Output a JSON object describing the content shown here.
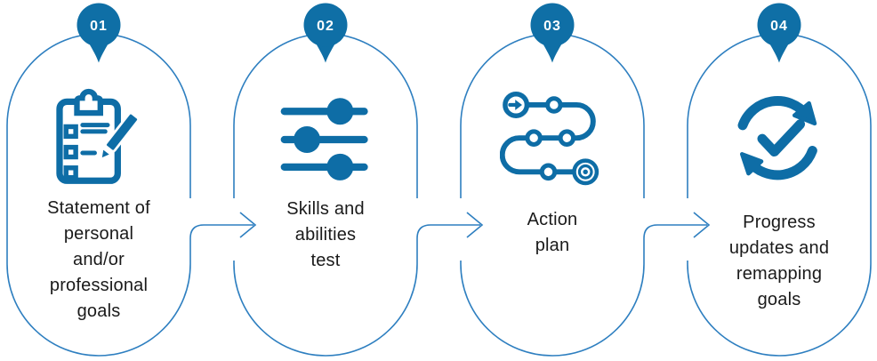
{
  "diagram": {
    "type": "process-flow-4-steps",
    "colors": {
      "outline": "#2E7FC0",
      "badge_fill": "#0F6FA6",
      "badge_text": "#FFFFFF",
      "icon": "#0E6DA6",
      "label_text": "#1A1A1A",
      "background": "#FFFFFF"
    },
    "steps": [
      {
        "number": "01",
        "icon": "clipboard-checklist-pencil-icon",
        "label": "Statement of personal and/or professional goals",
        "lines": [
          "Statement of",
          "personal",
          "and/or",
          "professional",
          "goals"
        ]
      },
      {
        "number": "02",
        "icon": "sliders-icon",
        "label": "Skills and abilities test",
        "lines": [
          "Skills and",
          "abilities",
          "test"
        ]
      },
      {
        "number": "03",
        "icon": "route-milestones-icon",
        "label": "Action plan",
        "lines": [
          "Action",
          "plan"
        ]
      },
      {
        "number": "04",
        "icon": "sync-check-icon",
        "label": "Progress updates and remapping goals",
        "lines": [
          "Progress",
          "updates and",
          "remapping",
          "goals"
        ]
      }
    ],
    "connectors": [
      {
        "from": "01",
        "to": "02",
        "style": "right-arrow"
      },
      {
        "from": "02",
        "to": "03",
        "style": "right-arrow"
      },
      {
        "from": "03",
        "to": "04",
        "style": "right-arrow"
      }
    ]
  }
}
